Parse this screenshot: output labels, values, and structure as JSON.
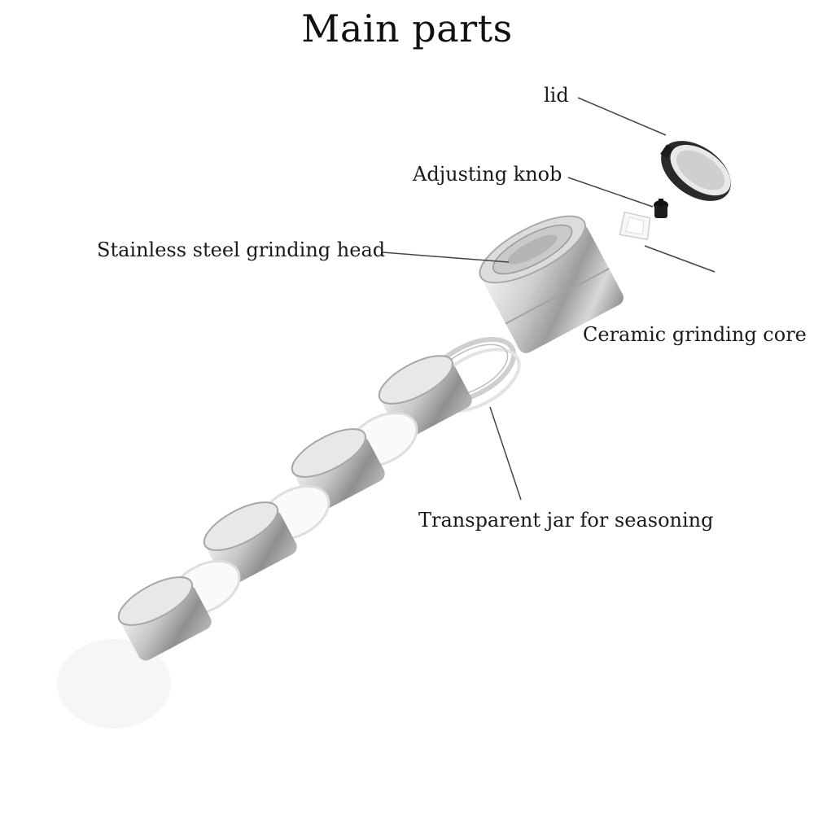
{
  "title": "Main parts",
  "labels": {
    "lid": "lid",
    "adjusting_knob": "Adjusting knob",
    "grinding_head": "Stainless steel grinding head",
    "ceramic_core": "Ceramic grinding core",
    "transparent_jar": "Transparent jar for seasoning"
  },
  "colors": {
    "steel_light": "#f2f2f2",
    "steel_mid": "#bdbdbd",
    "steel_dark": "#7a7a7a",
    "leader_line": "#444444",
    "lid_dark": "#222222",
    "glass": "#e6e6e6"
  }
}
